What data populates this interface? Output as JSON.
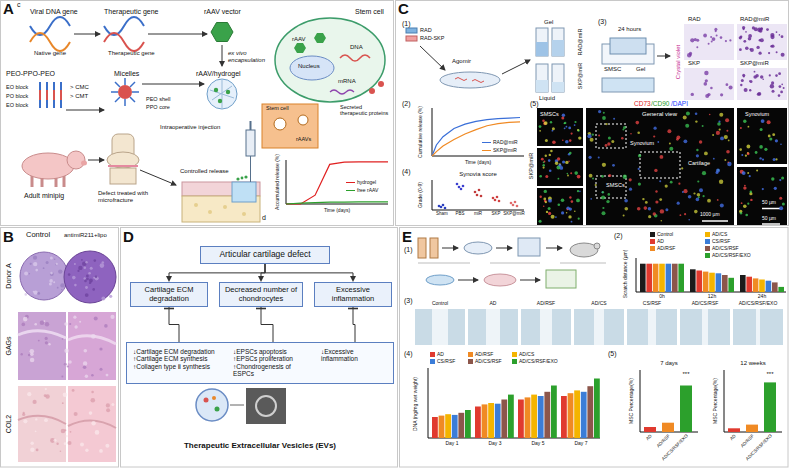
{
  "diagram": {
    "nodes": [
      {
        "text": [
          "Articular cartilage defect"
        ]
      },
      {
        "text": [
          "Cartilage ECM degradation"
        ]
      },
      {
        "text": [
          "Decreased number of chondrocytes"
        ]
      },
      {
        "text": [
          "Excessive inflammation"
        ]
      },
      {
        "text": [
          "Therapeutic Extracellular Vesicles (EVs)"
        ]
      },
      {
        "text": [
          "↓Cartilage ECM degradation",
          "↑Cartilage ECM synthesis",
          "↑Collagen type Ⅱ synthesis"
        ],
        "in": 4
      },
      {
        "text": [
          "↓EPSCs apoptosis",
          "↑EPSCs proliferation",
          "↑Chondrogenesis of ESPCs"
        ],
        "in": 4
      },
      {
        "text": [
          "↓Excessive inflammation"
        ],
        "in": 4
      }
    ],
    "edges": [
      {
        "from": 0,
        "to": 1,
        "arrow": "to"
      },
      {
        "from": 0,
        "to": 2,
        "arrow": "to"
      },
      {
        "from": 0,
        "to": 3,
        "arrow": "to"
      },
      {
        "from": 5,
        "to": 1,
        "arrow": "to"
      },
      {
        "from": 6,
        "to": 2,
        "arrow": "to"
      },
      {
        "from": 7,
        "to": 3,
        "arrow": "to"
      }
    ],
    "labels": [
      "A",
      "c",
      "Viral DNA gene",
      "Therapeutic gene",
      "rAAV vector",
      "Native gene",
      "Therapeutic gene",
      "ex vivo encapsulation",
      "Stem cell",
      "rAAV",
      "Nucleus",
      "DNA",
      "mRNA",
      "Secreted therapeutic proteins",
      "PEO-PPO-PEO",
      "EO block",
      "PO block",
      "EO block",
      "> CMC",
      "> CMT",
      "Micelles",
      "PEO shell",
      "PPO core",
      "rAAV/hydrogel",
      "Stem cell",
      "rAAVs",
      "Intraoperative injection",
      "Adult minipig",
      "Defect treated with microfracture",
      "Controlled release",
      "d",
      "Time (days)",
      "Accumulated release (%)",
      "C",
      "(1)",
      "RAD",
      "RAD-SKP",
      "Agomir",
      "Gel",
      "Liquid",
      "RAD@miR",
      "SKP@miR",
      "(3)",
      "24 hours",
      "SMSC",
      "Gel",
      "RAD",
      "RAD@miR",
      "SKP",
      "SKP@miR",
      "Crystal violet",
      "(2)",
      "Cumulative release (%)",
      "Time (days)",
      "(4)",
      "Synovia score",
      "Grade (0-9)",
      "Sham",
      "PBS",
      "miR",
      "SKP",
      "SKP@miR",
      "(5)",
      "CD73",
      "/CD90",
      "/DAPI",
      "SMSCs",
      "General view",
      "Synovium",
      "Synovium",
      "Cartilage",
      "SMSCs",
      "SKP@miR",
      "1000 µm",
      "50 µm",
      "50 µm",
      "B",
      "Control",
      "antimiR211+lipo",
      "Donor A",
      "GAGs",
      "COL2",
      "D",
      "E",
      "(1)",
      "(2)",
      "Scratch distance (µm)",
      "0h",
      "12h",
      "24h",
      "(3)",
      "Control",
      "AD",
      "AD/RSF",
      "AD/CS",
      "CS/RSF",
      "AD/CS/RSF",
      "AD/CS/RSF/EXO",
      "(4)",
      "DNA (ng/mg wet weight)",
      "Day 1",
      "Day 3",
      "Day 5",
      "Day 7",
      "(5)",
      "7 days",
      "12 weeks",
      "MSC Percentage(%)",
      "MSC Percentage(%)",
      "***",
      "***",
      "AD",
      "AD/RSF",
      "AD/CS/RSF/EXO",
      "AD",
      "AD/RSF",
      "AD/CS/RSF/EXO"
    ],
    "legend": [
      {
        "text": "hydrogel"
      },
      {
        "text": "free rAAV"
      },
      {
        "text": "RAD@miR"
      },
      {
        "text": "SKP@miR"
      },
      {
        "text": "Control",
        "color": "#1b1b1b"
      },
      {
        "text": "AD",
        "color": "#e03a2f"
      },
      {
        "text": "AD/RSF",
        "color": "#f08a24"
      },
      {
        "text": "AD/CS",
        "color": "#f4b400"
      },
      {
        "text": "CS/RSF",
        "color": "#3b7dd8"
      },
      {
        "text": "AD/CS/RSF",
        "color": "#8c564b"
      },
      {
        "text": "AD/CS/RSF/EXO",
        "color": "#2ca02c"
      },
      {
        "text": "AD",
        "color": "#e03a2f"
      },
      {
        "text": "AD/RSF",
        "color": "#f08a24"
      },
      {
        "text": "AD/CS",
        "color": "#f4b400"
      },
      {
        "text": "CS/RSF",
        "color": "#3b7dd8"
      },
      {
        "text": "AD/CS/RSF",
        "color": "#8c564b"
      },
      {
        "text": "AD/CS/RSF/EXO",
        "color": "#2ca02c"
      }
    ]
  }
}
